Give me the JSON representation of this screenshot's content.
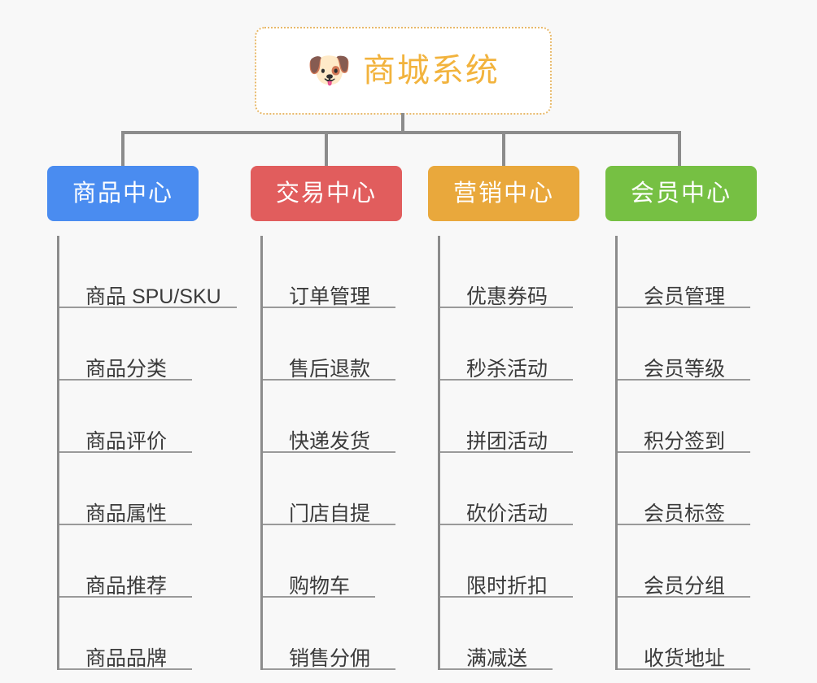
{
  "background_color": "#f8f8f8",
  "root": {
    "icon": "dog-face-emoji",
    "icon_glyph": "🐶",
    "title": "商城系统",
    "title_color": "#f2b33d",
    "border_color": "#e8b96a",
    "background": "#ffffff"
  },
  "columns": [
    {
      "id": "product-center",
      "title": "商品中心",
      "color": "#4a8cf0",
      "items": [
        "商品 SPU/SKU",
        "商品分类",
        "商品评价",
        "商品属性",
        "商品推荐",
        "商品品牌"
      ]
    },
    {
      "id": "trade-center",
      "title": "交易中心",
      "color": "#e15d5d",
      "items": [
        "订单管理",
        "售后退款",
        "快递发货",
        "门店自提",
        "购物车",
        "销售分佣"
      ]
    },
    {
      "id": "marketing-center",
      "title": "营销中心",
      "color": "#e9a83c",
      "items": [
        "优惠券码",
        "秒杀活动",
        "拼团活动",
        "砍价活动",
        "限时折扣",
        "满减送"
      ]
    },
    {
      "id": "member-center",
      "title": "会员中心",
      "color": "#76c043",
      "items": [
        "会员管理",
        "会员等级",
        "积分签到",
        "会员标签",
        "会员分组",
        "收货地址"
      ]
    }
  ],
  "connector_color": "#8c8c8c",
  "leaf_rule_color": "#9a9a9a",
  "leaf_text_color": "#3b3b3b"
}
